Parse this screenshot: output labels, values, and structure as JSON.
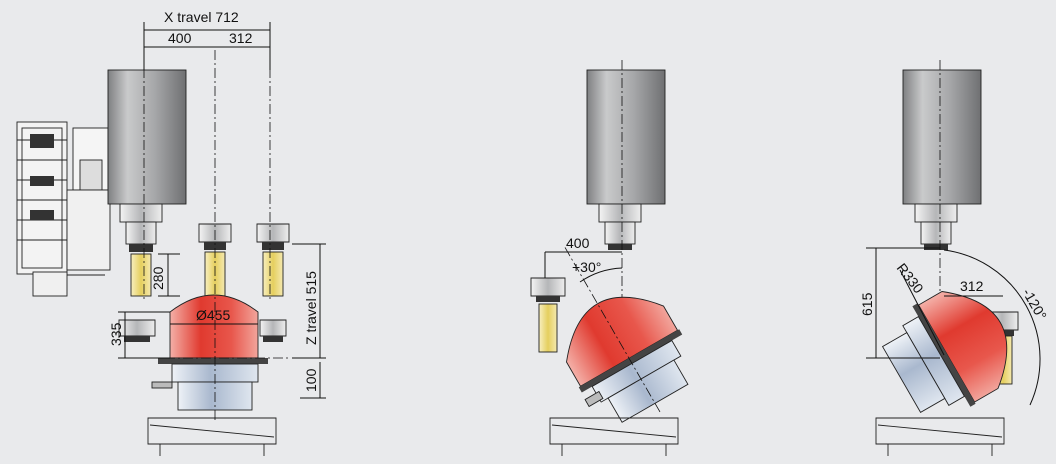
{
  "dimensions": {
    "x_travel": "X travel 712",
    "x_left": "400",
    "x_right": "312",
    "d280": "280",
    "d335": "335",
    "diameter": "Ø455",
    "z_travel": "Z travel 515",
    "d100": "100",
    "mid_400": "+30°",
    "mid_400_len": "400",
    "right_615": "615",
    "right_r330": "R330",
    "right_312": "312",
    "right_angle": "-120°"
  },
  "colors": {
    "background": "#e9eaec",
    "head_gray": "#9a9b9d",
    "table_red": "#e2483d",
    "table_blue": "#b9c7dc",
    "tool_yellow": "#e9d778"
  }
}
